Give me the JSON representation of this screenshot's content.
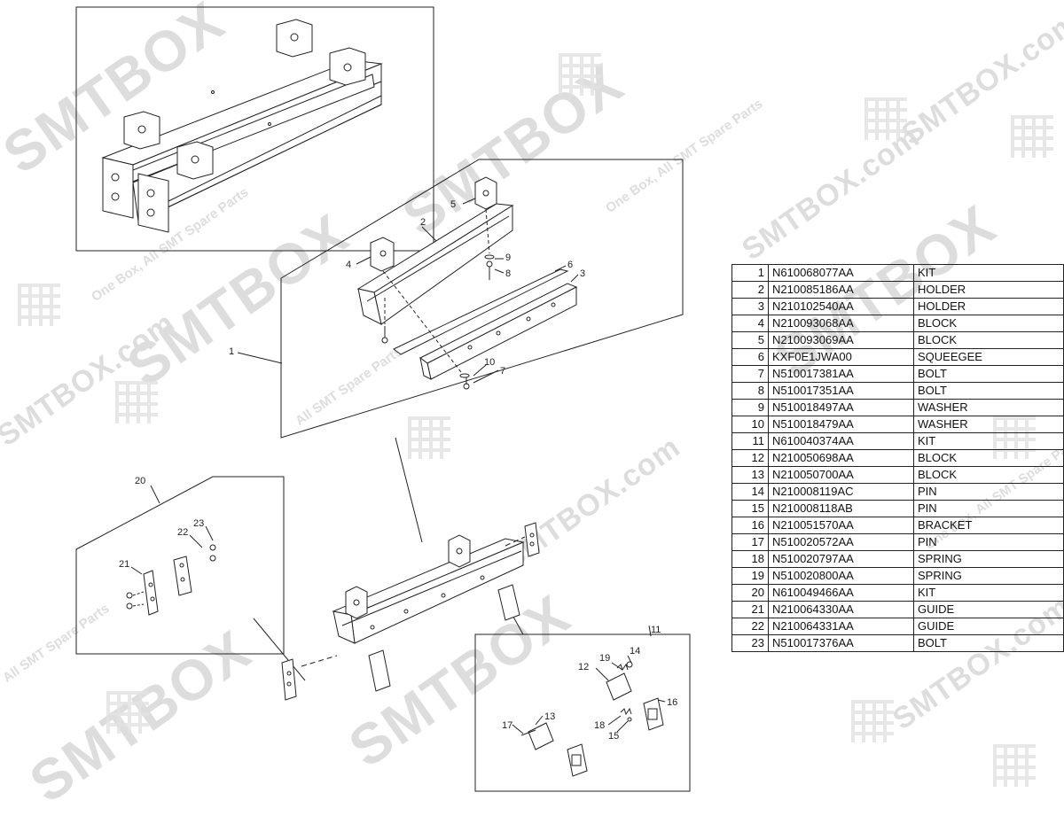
{
  "watermarks": {
    "brand": "SMTBOX",
    "brand_com": "SMTBOX.com",
    "tagline": "One Box, All SMT Spare Parts",
    "tagline_short": "All SMT Spare Parts"
  },
  "callouts": {
    "n1": "1",
    "n2": "2",
    "n3": "3",
    "n4": "4",
    "n5": "5",
    "n6": "6",
    "n7": "7",
    "n8": "8",
    "n9": "9",
    "n10": "10",
    "n11": "11",
    "n12": "12",
    "n13": "13",
    "n14": "14",
    "n15": "15",
    "n16": "16",
    "n17": "17",
    "n18": "18",
    "n19": "19",
    "n20": "20",
    "n21": "21",
    "n22": "22",
    "n23": "23"
  },
  "parts": [
    {
      "no": "1",
      "part": "N610068077AA",
      "name": "KIT"
    },
    {
      "no": "2",
      "part": "N210085186AA",
      "name": "HOLDER"
    },
    {
      "no": "3",
      "part": "N210102540AA",
      "name": "HOLDER"
    },
    {
      "no": "4",
      "part": "N210093068AA",
      "name": "BLOCK"
    },
    {
      "no": "5",
      "part": "N210093069AA",
      "name": "BLOCK"
    },
    {
      "no": "6",
      "part": "KXF0E1JWA00",
      "name": "SQUEEGEE"
    },
    {
      "no": "7",
      "part": "N510017381AA",
      "name": "BOLT"
    },
    {
      "no": "8",
      "part": "N510017351AA",
      "name": "BOLT"
    },
    {
      "no": "9",
      "part": "N510018497AA",
      "name": "WASHER"
    },
    {
      "no": "10",
      "part": "N510018479AA",
      "name": "WASHER"
    },
    {
      "no": "11",
      "part": "N610040374AA",
      "name": "KIT"
    },
    {
      "no": "12",
      "part": "N210050698AA",
      "name": "BLOCK"
    },
    {
      "no": "13",
      "part": "N210050700AA",
      "name": "BLOCK"
    },
    {
      "no": "14",
      "part": "N210008119AC",
      "name": "PIN"
    },
    {
      "no": "15",
      "part": "N210008118AB",
      "name": "PIN"
    },
    {
      "no": "16",
      "part": "N210051570AA",
      "name": "BRACKET"
    },
    {
      "no": "17",
      "part": "N510020572AA",
      "name": "PIN"
    },
    {
      "no": "18",
      "part": "N510020797AA",
      "name": "SPRING"
    },
    {
      "no": "19",
      "part": "N510020800AA",
      "name": "SPRING"
    },
    {
      "no": "20",
      "part": "N610049466AA",
      "name": "KIT"
    },
    {
      "no": "21",
      "part": "N210064330AA",
      "name": "GUIDE"
    },
    {
      "no": "22",
      "part": "N210064331AA",
      "name": "GUIDE"
    },
    {
      "no": "23",
      "part": "N510017376AA",
      "name": "BOLT"
    }
  ]
}
